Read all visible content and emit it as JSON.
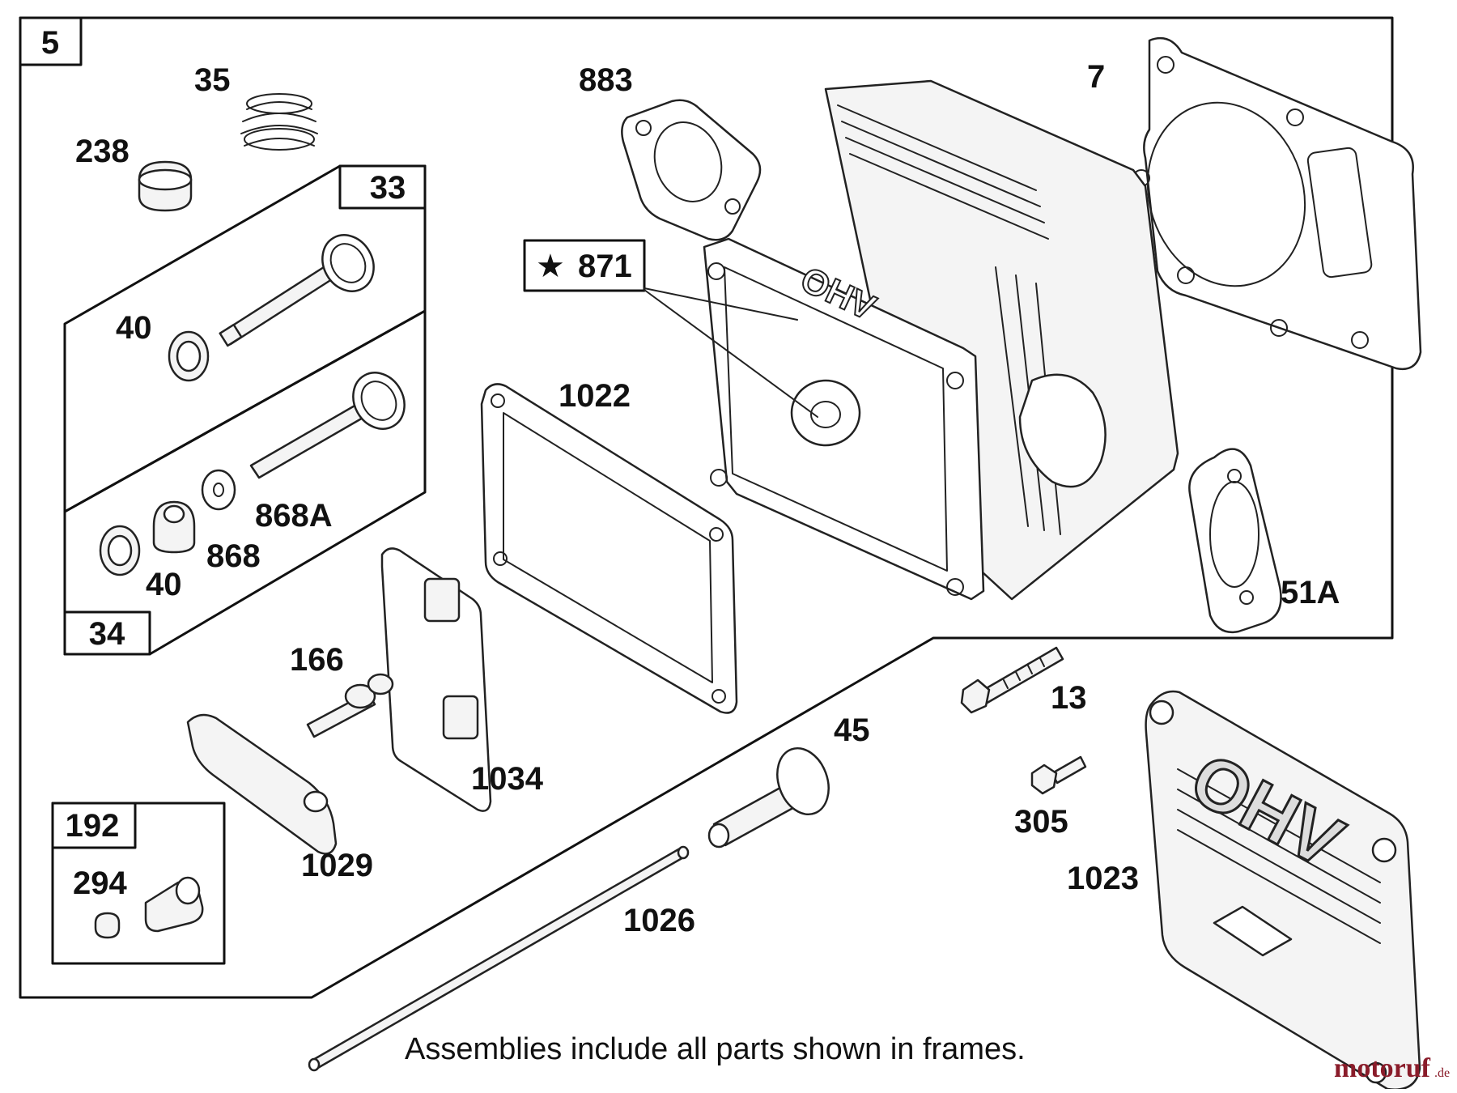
{
  "caption": "Assemblies include all parts shown in frames.",
  "watermark": {
    "brand": "motoruf",
    "suffix": ".de"
  },
  "frames": {
    "main": "5",
    "valve_upper": "33",
    "valve_lower": "34",
    "gasket_set": "192"
  },
  "callout": {
    "symbol": "★",
    "number": "871"
  },
  "parts": {
    "p35": "35",
    "p238": "238",
    "p40a": "40",
    "p40b": "40",
    "p868a": "868A",
    "p868": "868",
    "p883": "883",
    "p7": "7",
    "p1022": "1022",
    "p51a": "51A",
    "p166": "166",
    "p1034": "1034",
    "p1029": "1029",
    "p294": "294",
    "p13": "13",
    "p45": "45",
    "p305": "305",
    "p1023": "1023",
    "p1026": "1026"
  },
  "cover_lettering": "OHV",
  "head_lettering": "OHV"
}
